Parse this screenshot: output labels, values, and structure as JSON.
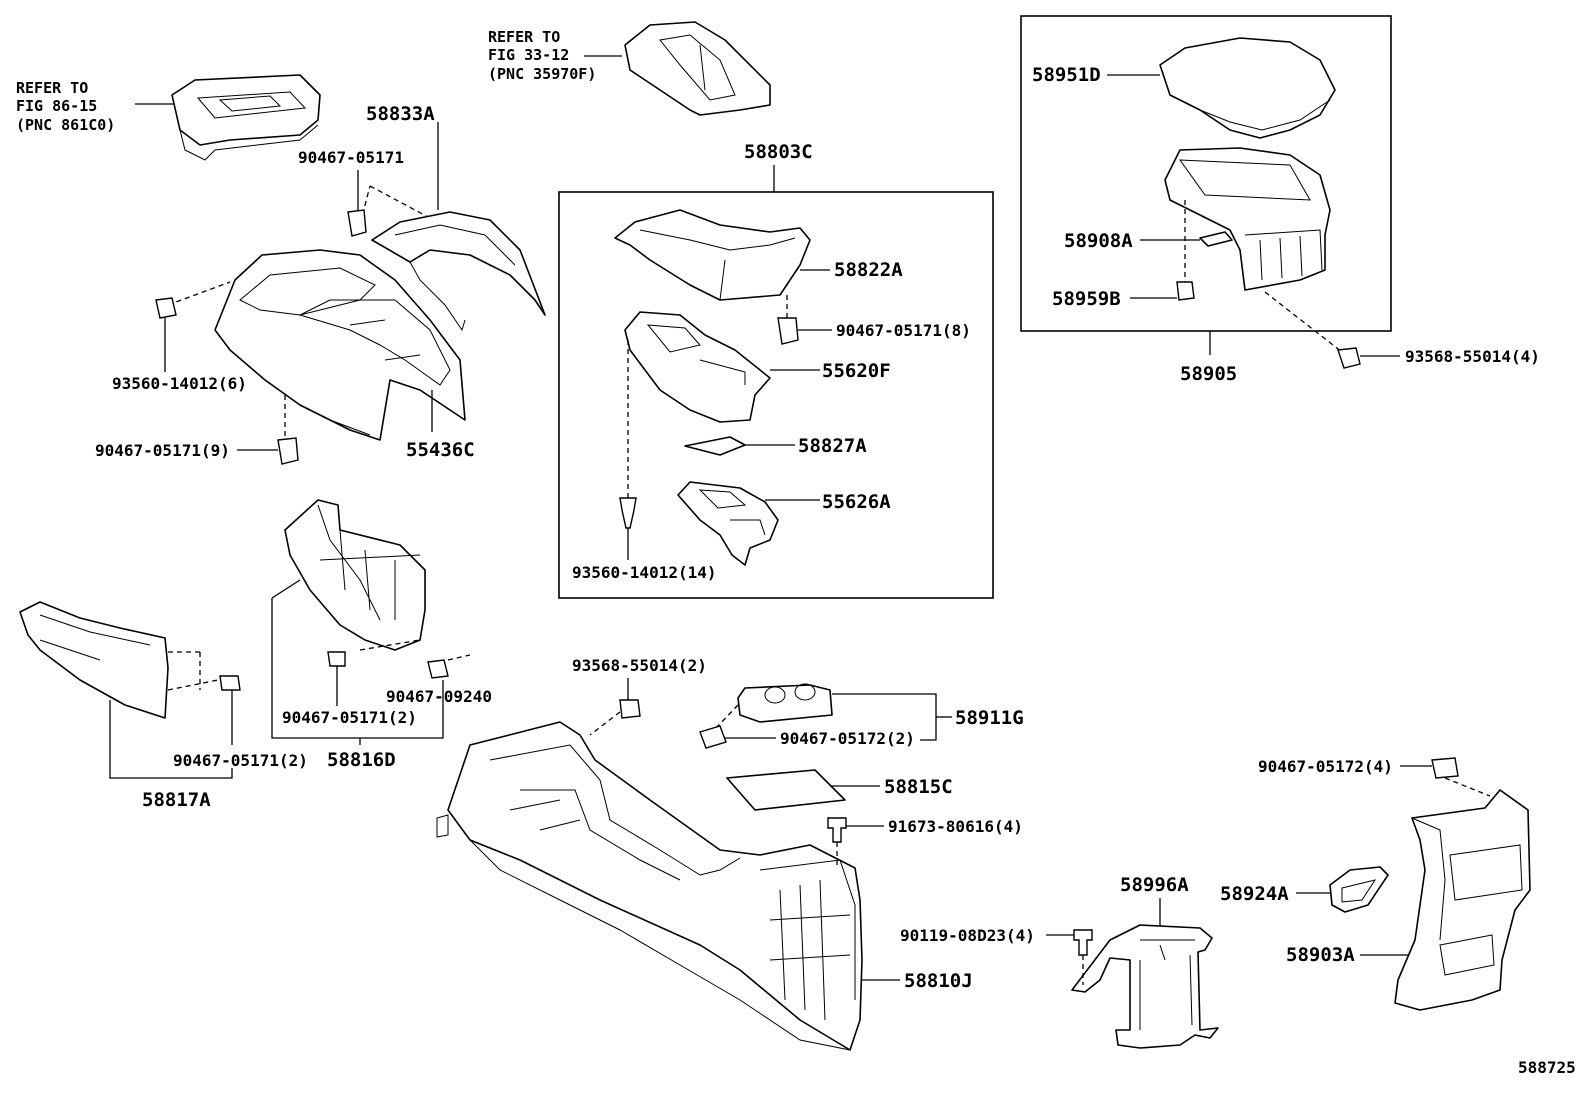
{
  "diagram_id": "588725",
  "refs": {
    "ref86": [
      "REFER TO",
      "FIG 86-15",
      "(PNC 861C0)"
    ],
    "ref33": [
      "REFER TO",
      "FIG 33-12",
      "(PNC 35970F)"
    ]
  },
  "labels": {
    "p58833A": "58833A",
    "p90467_05171_top": "90467-05171",
    "p93560_14012_6": "93560-14012(6)",
    "p90467_05171_9": "90467-05171(9)",
    "p55436C": "55436C",
    "p58803C": "58803C",
    "p58822A": "58822A",
    "p90467_05171_8": "90467-05171(8)",
    "p55620F": "55620F",
    "p58827A": "58827A",
    "p55626A": "55626A",
    "p93560_14012_14": "93560-14012(14)",
    "p58951D": "58951D",
    "p58908A": "58908A",
    "p58959B": "58959B",
    "p58905": "58905",
    "p93568_55014_4": "93568-55014(4)",
    "p90467_09240": "90467-09240",
    "p90467_05171_2a": "90467-05171(2)",
    "p58816D": "58816D",
    "p90467_05171_2b": "90467-05171(2)",
    "p58817A": "58817A",
    "p93568_55014_2": "93568-55014(2)",
    "p58911G": "58911G",
    "p90467_05172_2": "90467-05172(2)",
    "p58815C": "58815C",
    "p91673_80616_4": "91673-80616(4)",
    "p58810J": "58810J",
    "p90119_08D23_4": "90119-08D23(4)",
    "p58996A": "58996A",
    "p90467_05172_4": "90467-05172(4)",
    "p58924A": "58924A",
    "p58903A": "58903A"
  }
}
